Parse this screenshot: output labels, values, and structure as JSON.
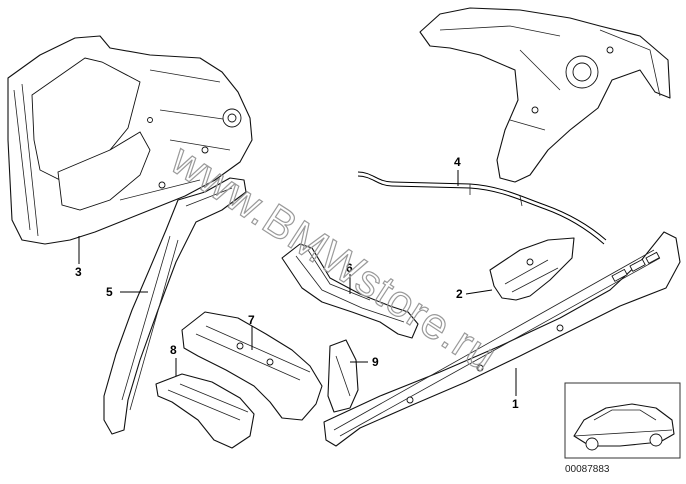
{
  "watermark": "www.BMWstore.ru",
  "reference_code": "00087883",
  "callouts": [
    "1",
    "2",
    "3",
    "4",
    "5",
    "6",
    "7",
    "8",
    "9"
  ]
}
